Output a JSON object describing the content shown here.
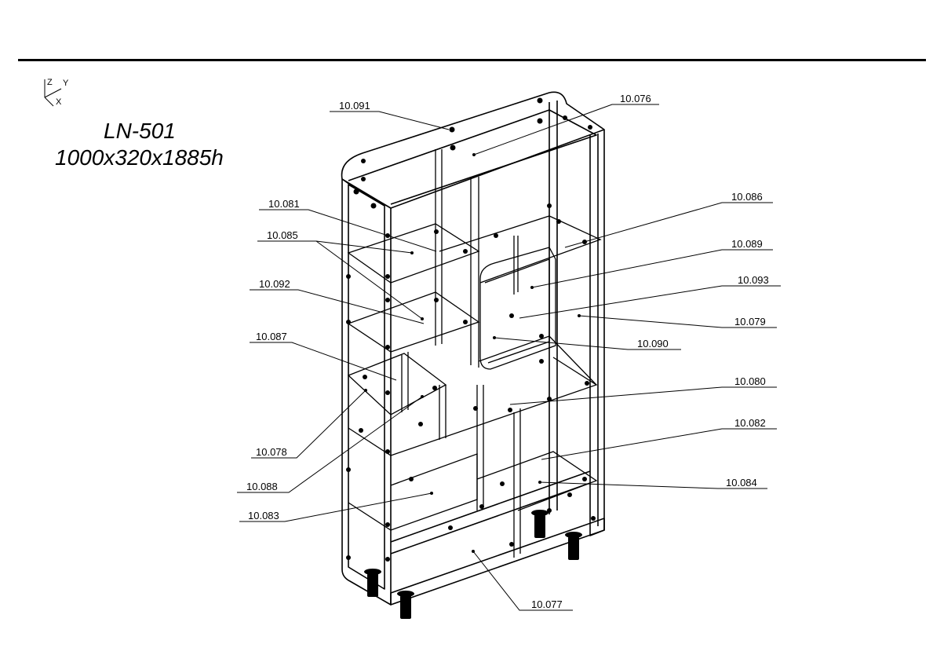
{
  "title": {
    "model": "LN-501",
    "dimensions": "1000x320x1885h"
  },
  "axes": {
    "z": "Z",
    "y": "Y",
    "x": "X"
  },
  "callouts": [
    "10.091",
    "10.076",
    "10.081",
    "10.085",
    "10.086",
    "10.089",
    "10.092",
    "10.093",
    "10.079",
    "10.087",
    "10.090",
    "10.080",
    "10.082",
    "10.078",
    "10.088",
    "10.084",
    "10.083",
    "10.077"
  ]
}
